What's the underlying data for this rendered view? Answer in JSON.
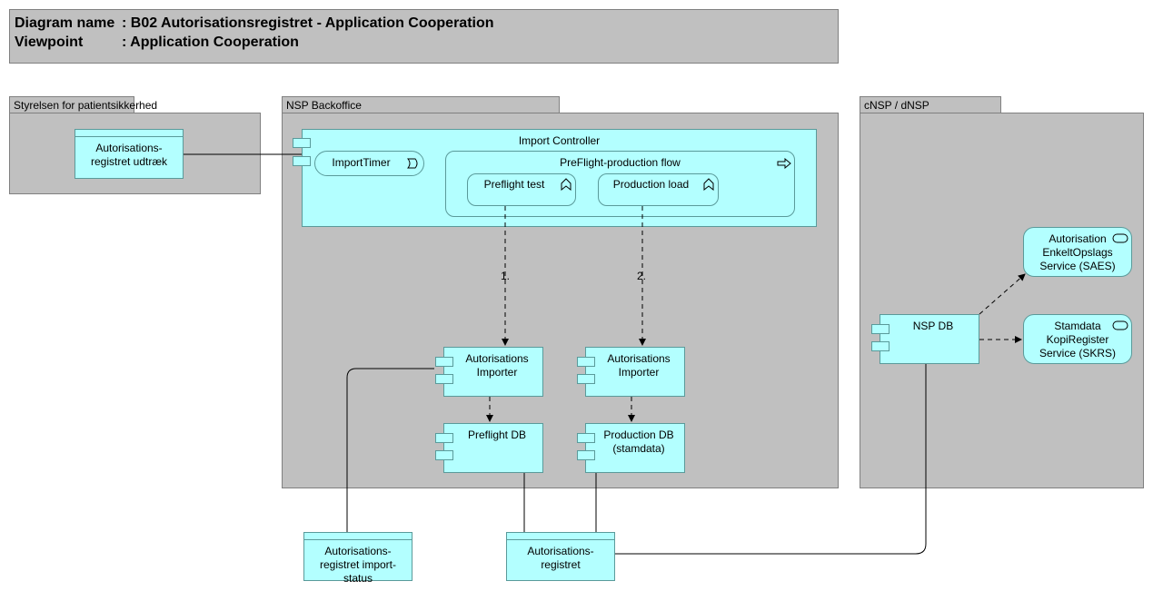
{
  "header": {
    "diagram_name_key": "Diagram name",
    "diagram_name_value": ": B02 Autorisationsregistret - Application Cooperation",
    "viewpoint_key": "Viewpoint",
    "viewpoint_value": ": Application Cooperation"
  },
  "groups": {
    "styrelsen": "Styrelsen for patientsikkerhed",
    "nsp": "NSP Backoffice",
    "cnsp": "cNSP / dNSP"
  },
  "nodes": {
    "udtraek": "Autorisations-\nregistret udtræk",
    "import_controller": "Import Controller",
    "import_timer": "ImportTimer",
    "preflight_flow": "PreFlight-production flow",
    "preflight_test": "Preflight test",
    "production_load": "Production load",
    "importer_1": "Autorisations\nImporter",
    "importer_2": "Autorisations\nImporter",
    "preflight_db": "Preflight DB",
    "production_db": "Production DB\n(stamdata)",
    "nsp_db": "NSP DB",
    "saes": "Autorisation\nEnkeltOpslags\nService (SAES)",
    "skrs": "Stamdata\nKopiRegister\nService (SKRS)",
    "import_status": "Autorisations-\nregistret import-\nstatus",
    "registret": "Autorisations-\nregistret"
  },
  "edges": {
    "step_1": "1.",
    "step_2": "2."
  },
  "colors": {
    "application": "#b3ffff",
    "group": "#c0c0c0",
    "border": "#5a9a9a"
  },
  "icons": {
    "component": "component-icon",
    "event": "event-icon",
    "process": "process-arrow-icon",
    "function": "function-icon",
    "service": "service-icon"
  }
}
